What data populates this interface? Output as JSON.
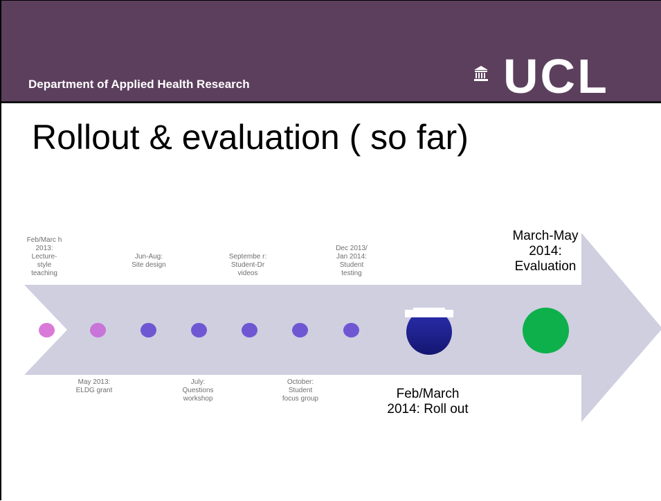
{
  "header": {
    "department": "Department of Applied Health Research",
    "logo_text": "UCL",
    "background_color": "#5c3f5d"
  },
  "title": "Rollout & evaluation ( so far)",
  "timeline": {
    "arrow_color": "#cfcfe0",
    "labels_above": [
      "Feb/Marc h 2013: Lecture-style teaching",
      "Jun-Aug: Site design",
      "Septembe r: Student-Dr videos",
      "Dec 2013/ Jan 2014: Student testing"
    ],
    "labels_below": [
      "May 2013: ELDG grant",
      "July: Questions workshop",
      "October: Student focus group"
    ],
    "rollout_label": "Feb/March 2014: Roll out",
    "evaluation_label": "March-May 2014: Evaluation",
    "dot_colors": {
      "early": "#d97ad9",
      "mid": "#6f57d3",
      "rollout": "#1d1f96",
      "evaluation": "#0db04b"
    }
  }
}
